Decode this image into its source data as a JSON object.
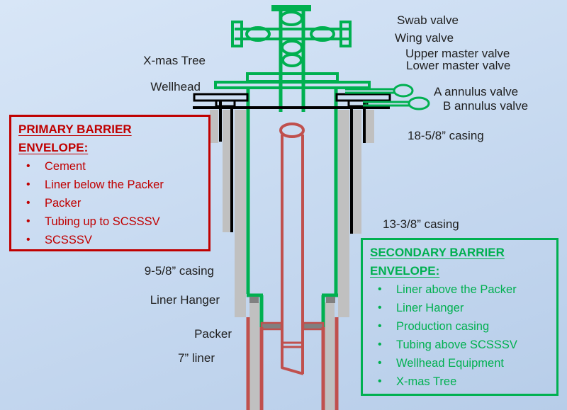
{
  "colors": {
    "background_top": "#d8e6f7",
    "background_bottom": "#b7cde9",
    "tree_green": "#00b050",
    "barrier_red": "#c00000",
    "tubing_red": "#c0504d",
    "cement_gray": "#c0c0c0",
    "seal_gray": "#808080",
    "line_black": "#000000",
    "label_text": "#1f1f1f"
  },
  "labels": {
    "xmas_tree": "X-mas Tree",
    "wellhead": "Wellhead",
    "swab_valve": "Swab valve",
    "wing_valve": "Wing valve",
    "upper_master_valve": "Upper master valve",
    "lower_master_valve": "Lower master valve",
    "a_annulus_valve": "A annulus valve",
    "b_annulus_valve": "B annulus valve",
    "casing_18": "18-5/8” casing",
    "casing_13": "13-3/8” casing",
    "casing_9": "9-5/8” casing",
    "liner_hanger": "Liner Hanger",
    "packer": "Packer",
    "liner_7": "7” liner"
  },
  "boxes": {
    "primary": {
      "title_line1": "PRIMARY BARRIER",
      "title_line2": "ENVELOPE:",
      "items": [
        "Cement",
        "Liner below the Packer",
        "Packer",
        "Tubing up to SCSSSV",
        "SCSSSV"
      ]
    },
    "secondary": {
      "title_line1": "SECONDARY BARRIER",
      "title_line2": "ENVELOPE:",
      "items": [
        "Liner above the Packer",
        "Liner Hanger",
        "Production casing",
        "Tubing above SCSSSV",
        "Wellhead Equipment",
        "X-mas Tree"
      ]
    }
  }
}
